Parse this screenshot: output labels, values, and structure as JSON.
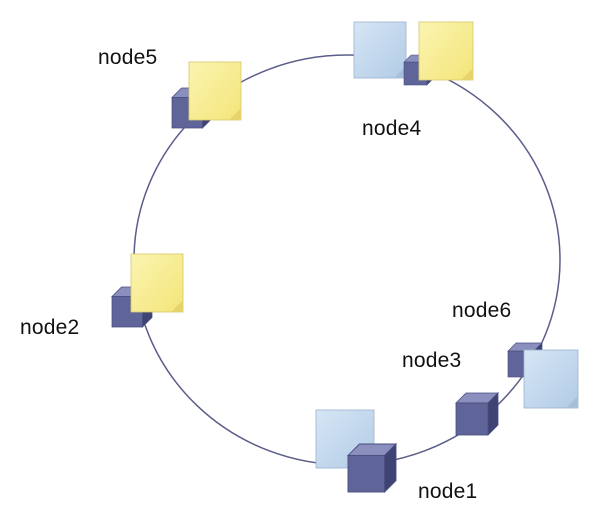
{
  "nodes": [
    {
      "id": "node5",
      "label": "node5",
      "items": [
        "server-cube-icon",
        "yellow-note-icon"
      ]
    },
    {
      "id": "node4",
      "label": "node4",
      "items": [
        "blue-note-icon",
        "server-cube-icon",
        "yellow-note-icon"
      ]
    },
    {
      "id": "node2",
      "label": "node2",
      "items": [
        "server-cube-icon",
        "yellow-note-icon"
      ]
    },
    {
      "id": "node6",
      "label": "node6",
      "items": [
        "server-cube-icon",
        "blue-note-icon"
      ]
    },
    {
      "id": "node3",
      "label": "node3",
      "items": [
        "server-cube-icon"
      ]
    },
    {
      "id": "node1",
      "label": "node1",
      "items": [
        "blue-note-icon",
        "server-cube-icon"
      ]
    }
  ],
  "colors": {
    "ring": "#5b5e8a",
    "cube_front": "#5f6499",
    "cube_top": "#8a8fbd",
    "cube_side": "#3f4373",
    "yellow_note": "#f7ec8e",
    "blue_note": "#c3d9ee"
  }
}
